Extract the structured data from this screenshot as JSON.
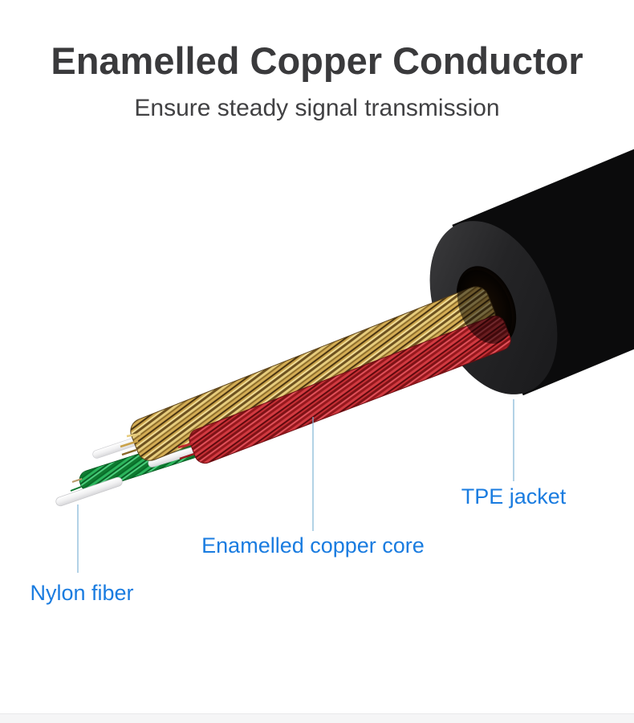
{
  "header": {
    "title": "Enamelled Copper Conductor",
    "subtitle": "Ensure steady signal transmission"
  },
  "diagram": {
    "accent_color": "#1a7ce0",
    "leader_line_color": "#7fb3d4",
    "labels": {
      "tpe_jacket": "TPE jacket",
      "copper_core": "Enamelled copper core",
      "nylon_fiber": "Nylon fiber"
    },
    "part_colors": {
      "tpe_jacket": "#222224",
      "copper_core": "#c9a24a",
      "red_core": "#b02228",
      "green_core": "#14913d",
      "nylon_fiber": "#f1f1f2"
    }
  }
}
